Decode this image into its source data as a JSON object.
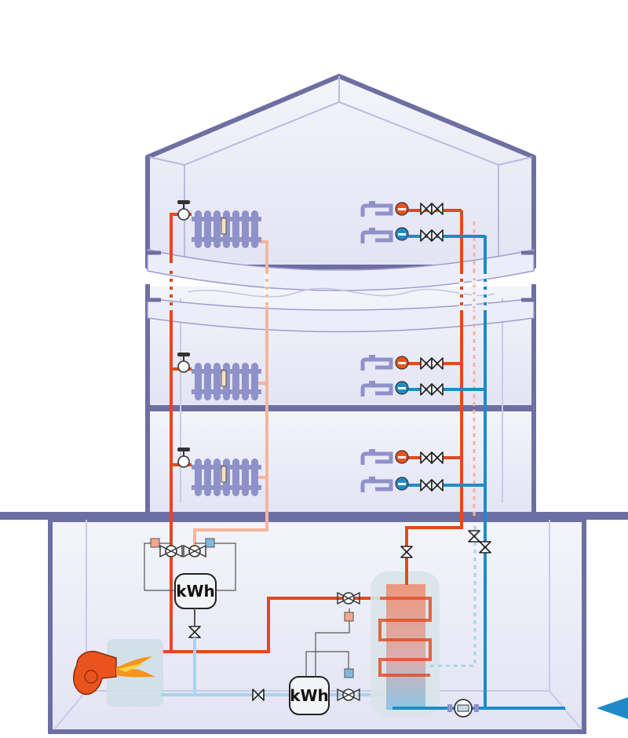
{
  "diagram": {
    "meters": [
      {
        "id": "heat-meter",
        "label": "kWh"
      },
      {
        "id": "water-meter",
        "label": "kWh"
      }
    ],
    "colors": {
      "wall": "#6d6fa3",
      "wall_fill": "#e9e9f7",
      "hot": "#e04a1f",
      "hot_return": "#f6b59a",
      "cold": "#1e8bc8",
      "cold_light": "#a7d4ee",
      "radiator": "#8f92c9",
      "boiler": "#e8531e",
      "tank": "#d9e3e9"
    },
    "icons": [
      "radiator-icon",
      "tap-icon",
      "valve-icon",
      "boiler-icon",
      "flame-icon",
      "hot-water-tank-icon",
      "pump-icon",
      "heat-meter-icon",
      "water-meter-icon"
    ]
  }
}
